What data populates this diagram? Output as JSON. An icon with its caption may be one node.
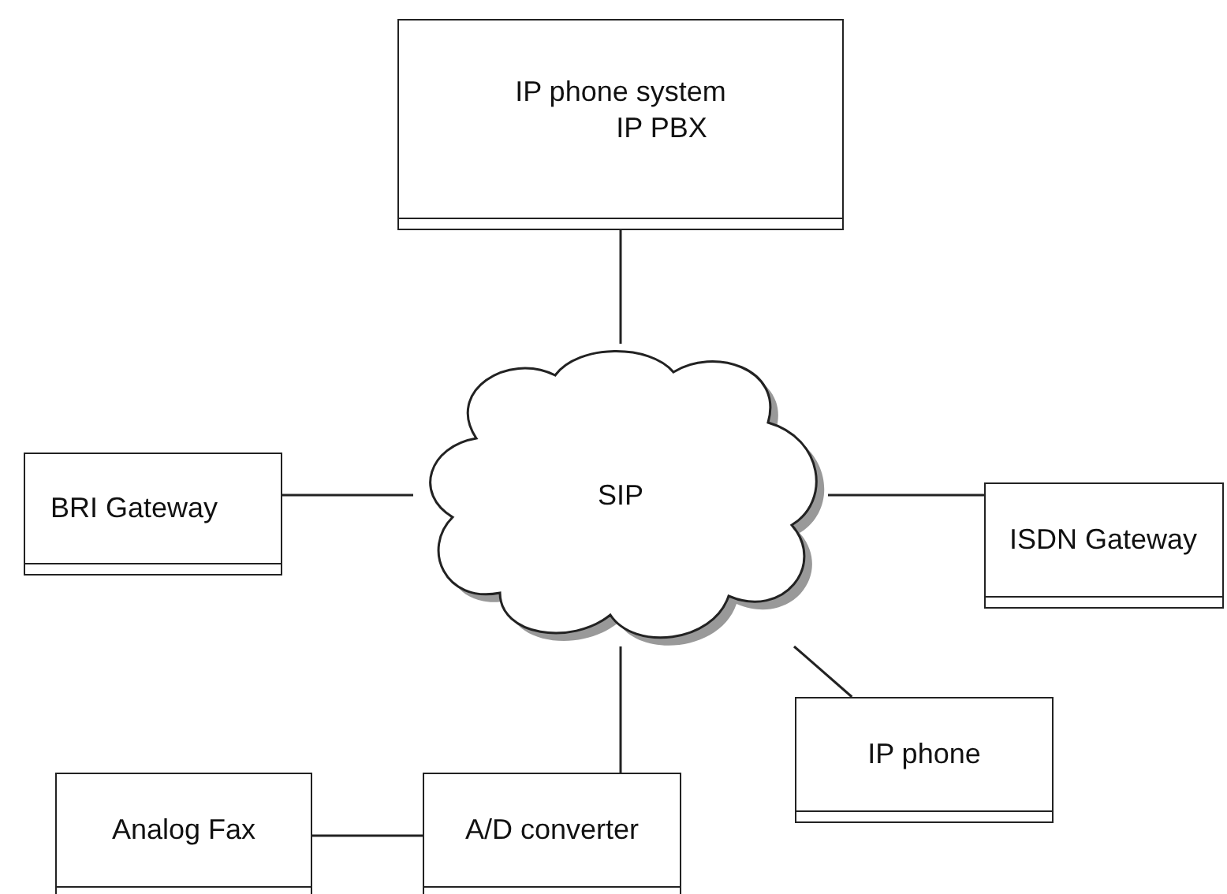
{
  "diagram": {
    "nodes": [
      {
        "text": [
          "IP phone system",
          "IP PBX"
        ]
      },
      {
        "text": [
          "SIP"
        ]
      },
      {
        "text": [
          "BRI Gateway"
        ]
      },
      {
        "text": [
          "ISDN Gateway"
        ]
      },
      {
        "text": [
          "IP phone"
        ]
      },
      {
        "text": [
          "Analog Fax"
        ]
      },
      {
        "text": [
          "A/D converter"
        ]
      }
    ],
    "edges": [
      {
        "from": 0,
        "to": 1,
        "arrow": "none"
      },
      {
        "from": 2,
        "to": 1,
        "arrow": "none"
      },
      {
        "from": 1,
        "to": 3,
        "arrow": "none"
      },
      {
        "from": 1,
        "to": 4,
        "arrow": "none"
      },
      {
        "from": 1,
        "to": 6,
        "arrow": "none"
      },
      {
        "from": 5,
        "to": 6,
        "arrow": "none"
      }
    ]
  }
}
